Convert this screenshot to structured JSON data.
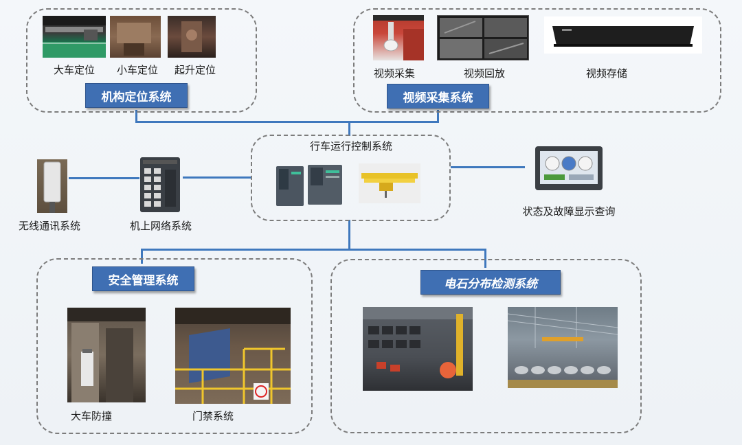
{
  "systems": {
    "positioning": {
      "title": "机构定位系统",
      "items": [
        "大车定位",
        "小车定位",
        "起升定位"
      ]
    },
    "video": {
      "title": "视频采集系统",
      "items": [
        "视频采集",
        "视频回放",
        "视频存储"
      ]
    },
    "control": {
      "title": "行车运行控制系统"
    },
    "wireless": {
      "label": "无线通讯系统"
    },
    "network": {
      "label": "机上网络系统"
    },
    "status": {
      "label": "状态及故障显示查询"
    },
    "safety": {
      "title": "安全管理系统",
      "items": [
        "大车防撞",
        "门禁系统"
      ]
    },
    "carbide": {
      "title": "电石分布检测系统"
    }
  },
  "colors": {
    "connector": "#3f78bd",
    "title_bg": "#3f6fb3"
  }
}
